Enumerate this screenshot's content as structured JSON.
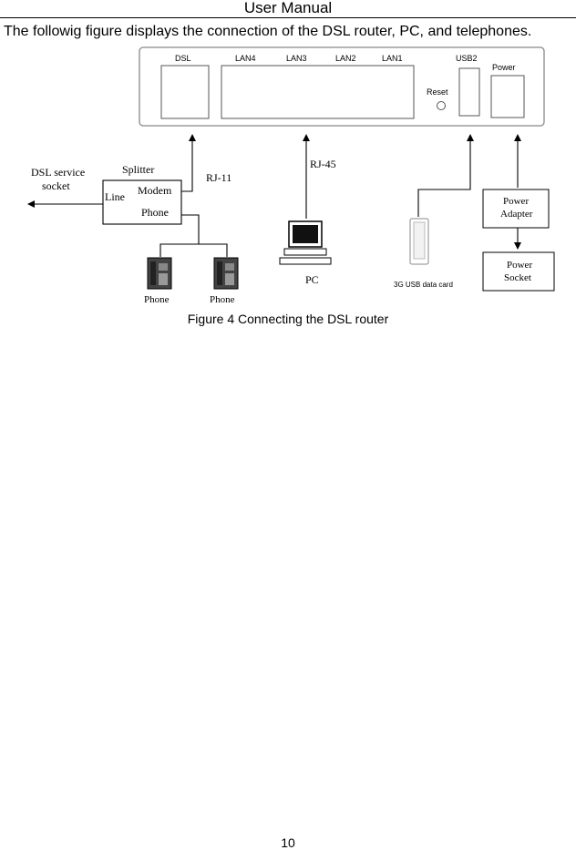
{
  "header": {
    "title": "User Manual"
  },
  "intro": "The followig figure displays the connection of the DSL router, PC, and telephones.",
  "figure": {
    "router_ports": {
      "dsl": "DSL",
      "lan4": "LAN4",
      "lan3": "LAN3",
      "lan2": "LAN2",
      "lan1": "LAN1",
      "usb2": "USB2",
      "power": "Power",
      "reset": "Reset"
    },
    "splitter": {
      "title": "Splitter",
      "line": "Line",
      "modem": "Modem",
      "phone": "Phone"
    },
    "dsl_socket": [
      "DSL service",
      "socket"
    ],
    "rj11": "RJ-11",
    "rj45": "RJ-45",
    "pc": "PC",
    "phones": [
      "Phone",
      "Phone"
    ],
    "usb_card": "3G USB data  card",
    "power_adapter": [
      "Power",
      "Adapter"
    ],
    "power_socket": [
      "Power",
      "Socket"
    ]
  },
  "caption": "Figure 4 Connecting the DSL router",
  "page_number": "10"
}
